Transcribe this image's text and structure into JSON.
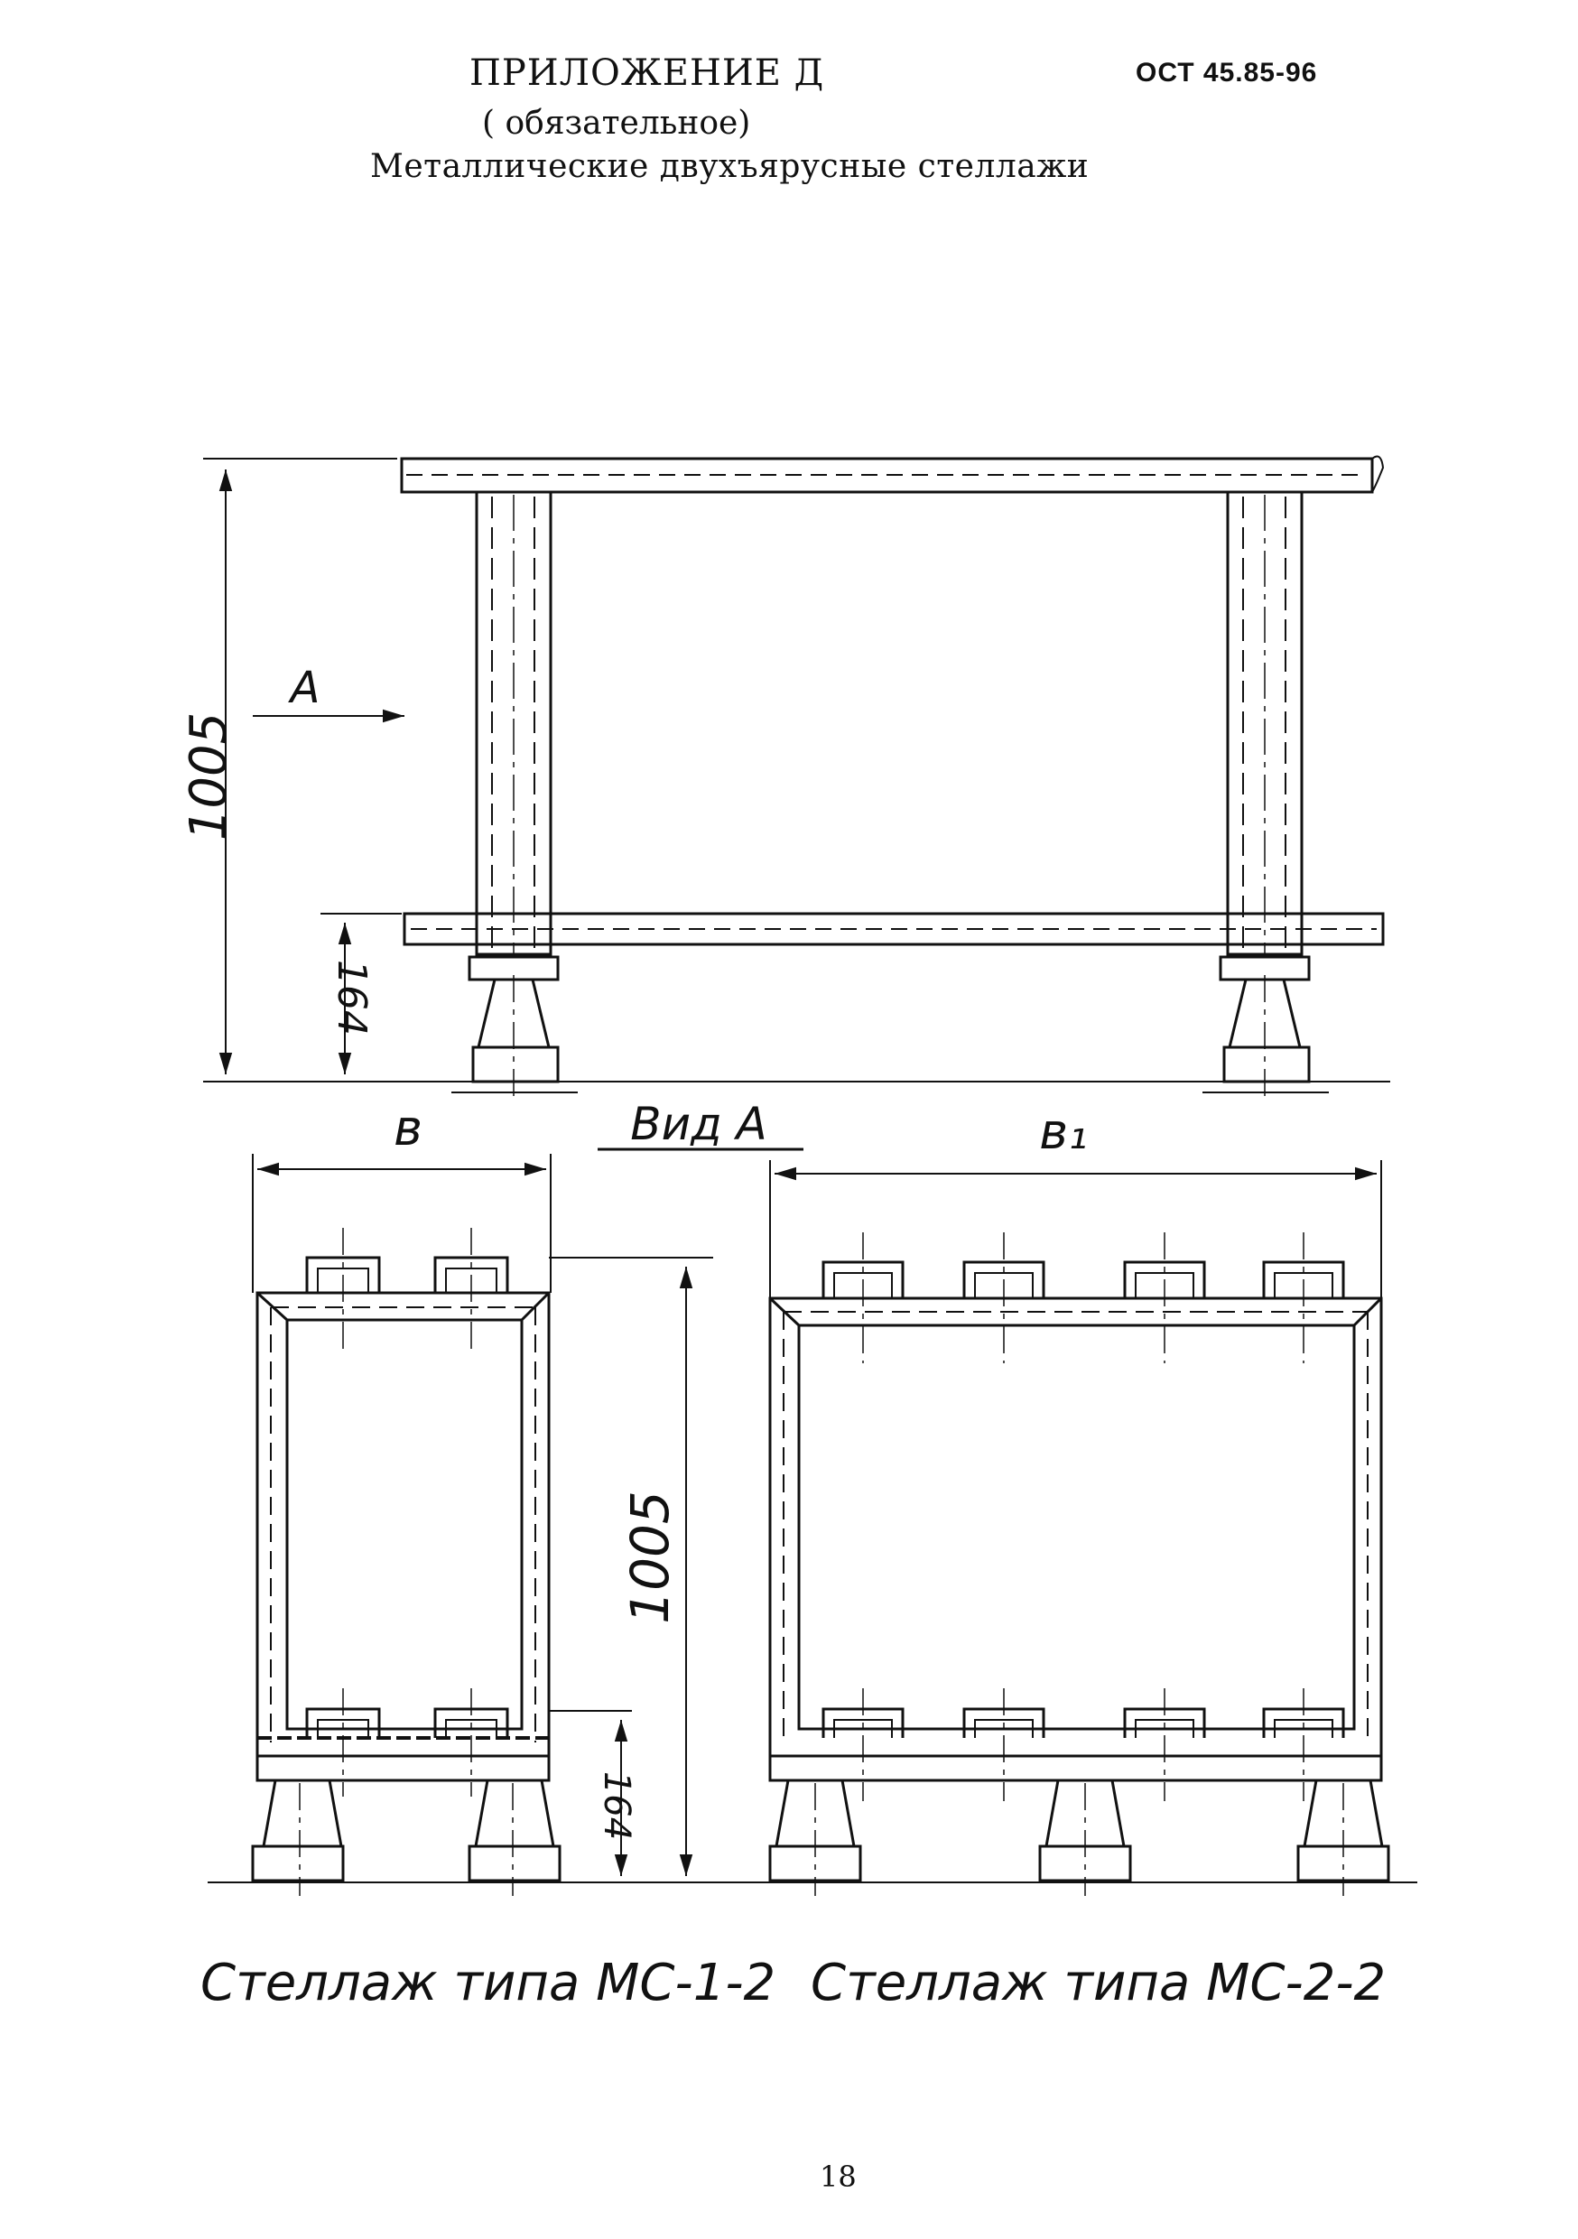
{
  "header": {
    "title": "ПРИЛОЖЕНИЕ Д",
    "subtitle": "( обязательное)",
    "caption": "Металлические двухъярусные стеллажи",
    "standard": "ОСТ 45.85-96"
  },
  "drawing": {
    "side_view": {
      "height_dim": "1005",
      "lower_shelf_dim": "164",
      "view_marker": "A"
    },
    "view_label": "Вид A",
    "mc12": {
      "width_dim": "в",
      "height_dim": "1005",
      "lower_shelf_dim": "164",
      "caption": "Стеллаж типа МС-1-2"
    },
    "mc22": {
      "width_dim": "в₁",
      "caption": "Стеллаж типа МС-2-2"
    }
  },
  "footer": {
    "page_number": "18"
  }
}
